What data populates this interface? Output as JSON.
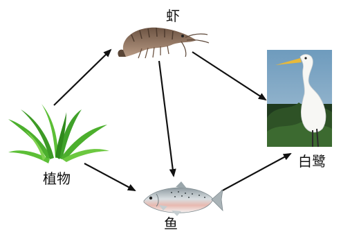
{
  "food_web": {
    "nodes": {
      "plant": {
        "label": "植物",
        "icon": "grass-plant-icon"
      },
      "shrimp": {
        "label": "虾",
        "icon": "shrimp-icon"
      },
      "fish": {
        "label": "鱼",
        "icon": "fish-icon"
      },
      "egret": {
        "label": "白鹭",
        "icon": "egret-photo"
      }
    },
    "edges": [
      {
        "from": "植物",
        "to": "虾"
      },
      {
        "from": "植物",
        "to": "鱼"
      },
      {
        "from": "虾",
        "to": "鱼"
      },
      {
        "from": "虾",
        "to": "白鹭"
      },
      {
        "from": "鱼",
        "to": "白鹭"
      }
    ],
    "colors": {
      "arrow": "#111111",
      "plant_green": "#3fa12a",
      "shrimp_brown": "#8a6a55",
      "fish_silver": "#b9c4c8",
      "egret_background": "#7fa6c4"
    }
  }
}
